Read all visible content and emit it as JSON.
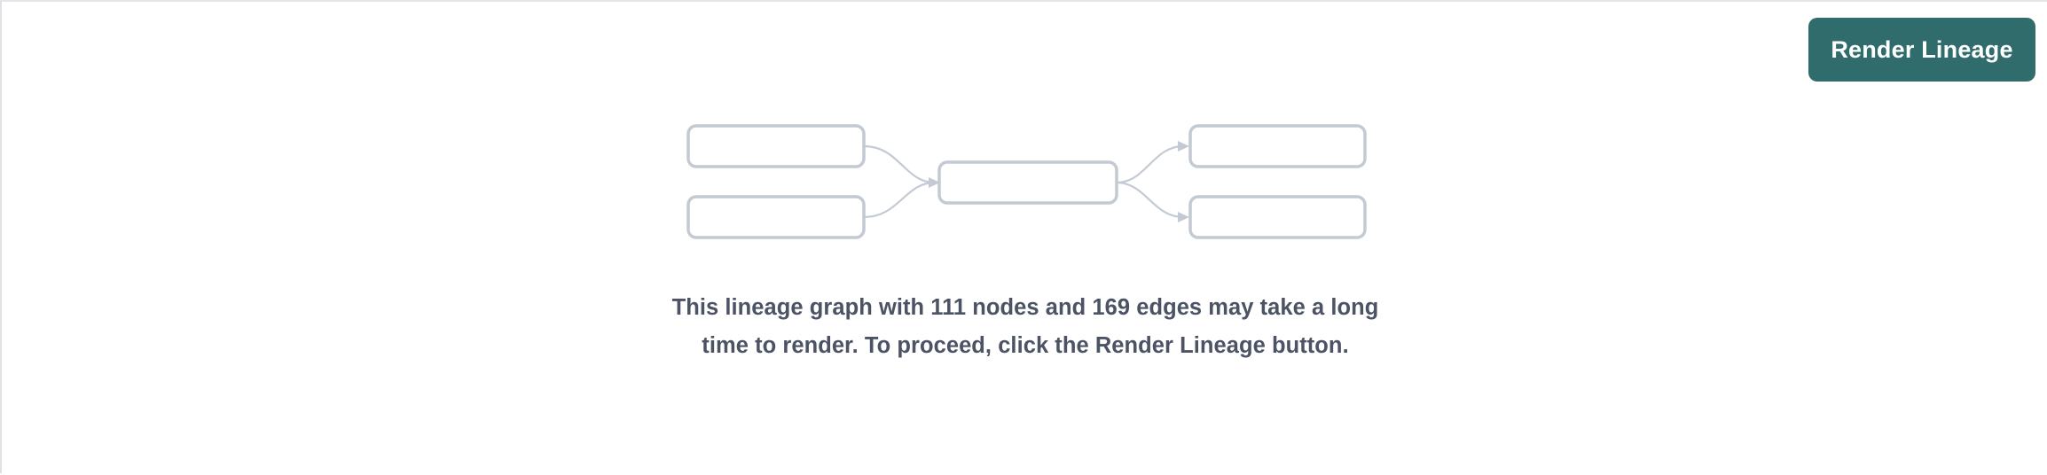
{
  "page": {
    "background_color": "#ffffff",
    "border_color": "#e3e5e9"
  },
  "toolbar": {
    "render_lineage_label": "Render Lineage",
    "render_lineage_color": "#316c6c",
    "render_lineage_text_color": "#ffffff"
  },
  "graph_placeholder": {
    "node_border_color": "#c3cad4",
    "node_fill_color": "#ffffff",
    "edge_color": "#c3cad4",
    "nodes": [
      {
        "id": "left-top",
        "label": ""
      },
      {
        "id": "left-bottom",
        "label": ""
      },
      {
        "id": "center",
        "label": ""
      },
      {
        "id": "right-top",
        "label": ""
      },
      {
        "id": "right-bottom",
        "label": ""
      }
    ],
    "edges": [
      {
        "from": "left-top",
        "to": "center"
      },
      {
        "from": "left-bottom",
        "to": "center"
      },
      {
        "from": "center",
        "to": "right-top"
      },
      {
        "from": "center",
        "to": "right-bottom"
      }
    ]
  },
  "message": {
    "text": "This lineage graph with 111 nodes and 169 edges may take a long time to render. To proceed, click the Render Lineage button.",
    "node_count": "111",
    "edge_count": "169",
    "text_color": "#4b5365"
  }
}
